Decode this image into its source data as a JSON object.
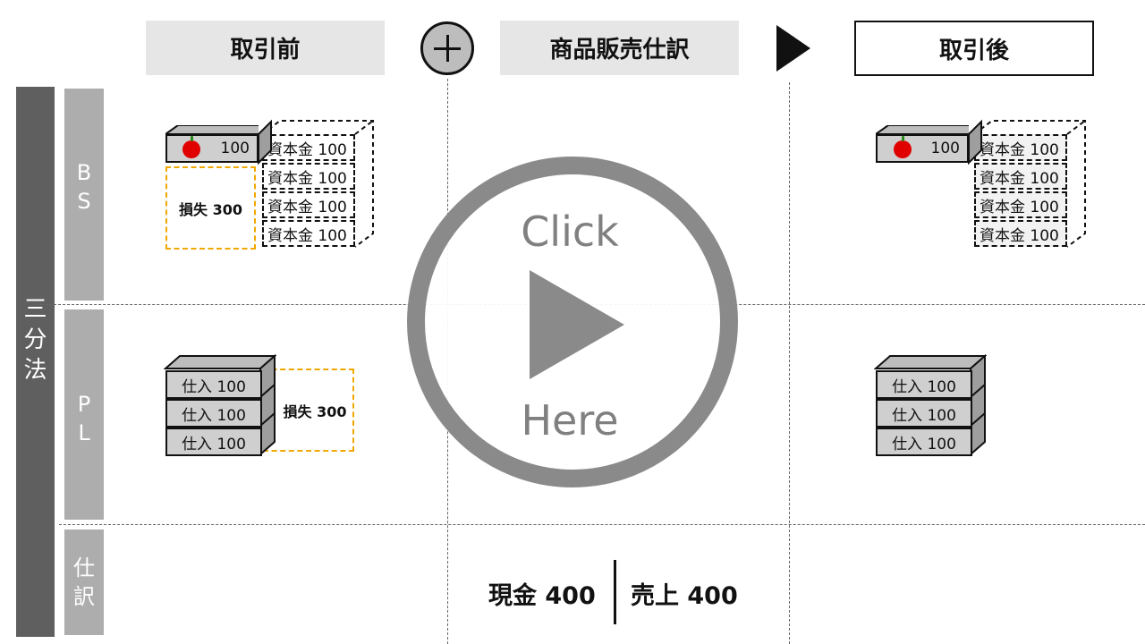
{
  "headers": {
    "before": "取引前",
    "transaction": "商品販売仕訳",
    "after": "取引後"
  },
  "side": {
    "method": "三\n分\n法",
    "bs": "B\nS",
    "pl": "P\nL",
    "journal": "仕\n訳"
  },
  "before_bs": {
    "goods": "100",
    "capital": [
      "資本金 100",
      "資本金 100",
      "資本金 100",
      "資本金 100"
    ],
    "loss": "損失 300"
  },
  "before_pl": {
    "purchases": [
      "仕入 100",
      "仕入 100",
      "仕入 100"
    ],
    "loss": "損失 300"
  },
  "after_bs": {
    "goods": "100",
    "capital": [
      "資本金 100",
      "資本金 100",
      "資本金 100",
      "資本金 100"
    ]
  },
  "after_pl": {
    "purchases": [
      "仕入 100",
      "仕入 100",
      "仕入 100"
    ]
  },
  "journal": {
    "debit": "現金  400",
    "credit": "売上  400"
  },
  "overlay": {
    "top": "Click",
    "bottom": "Here"
  },
  "colors": {
    "side_main": "#5f5f5f",
    "side_sub": "#adadad",
    "block_fill": "#cfcfcf",
    "loss_border": "#f0a800",
    "play": "#8a8a8a",
    "apple": "#e00000"
  },
  "icons": {
    "plus": "plus-circle-icon",
    "arrow": "triangle-right-icon",
    "goods": "apple-icon",
    "play": "play-icon"
  }
}
